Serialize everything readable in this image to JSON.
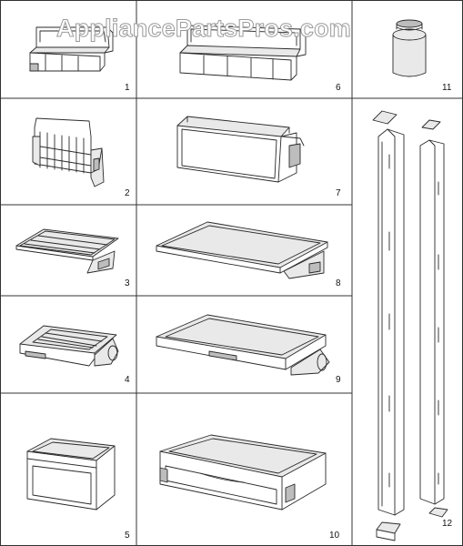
{
  "watermark": "AppliancePartsPros.com",
  "parts": [
    {
      "number": "1",
      "icon": "door-bin-small"
    },
    {
      "number": "2",
      "icon": "wire-can-rack"
    },
    {
      "number": "3",
      "icon": "wire-shelf-small"
    },
    {
      "number": "4",
      "icon": "slide-out-wire-shelf"
    },
    {
      "number": "5",
      "icon": "deli-drawer"
    },
    {
      "number": "6",
      "icon": "door-bin-large"
    },
    {
      "number": "7",
      "icon": "dairy-bin"
    },
    {
      "number": "8",
      "icon": "glass-shelf"
    },
    {
      "number": "9",
      "icon": "slide-out-glass-shelf"
    },
    {
      "number": "10",
      "icon": "crisper-drawer"
    },
    {
      "number": "11",
      "icon": "filter-cartridge"
    },
    {
      "number": "12",
      "icon": "shelf-ladder-rails"
    }
  ]
}
